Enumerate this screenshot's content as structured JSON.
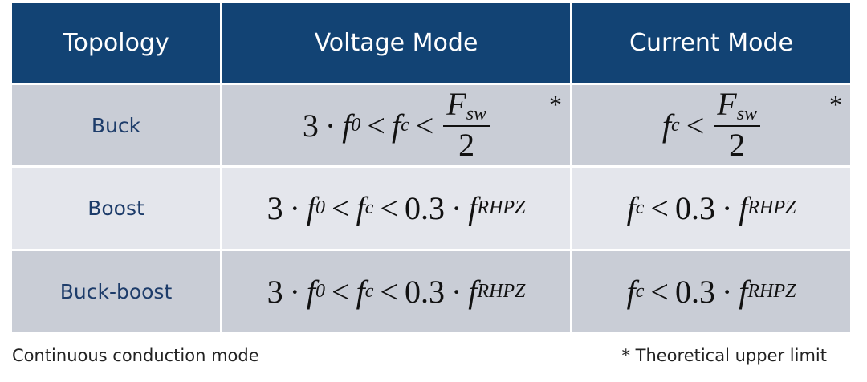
{
  "header": {
    "col1": "Topology",
    "col2": "Voltage Mode",
    "col3": "Current Mode"
  },
  "rows": [
    {
      "topology": "Buck",
      "voltage": {
        "coef": "3",
        "f0_sub": "0",
        "fc_sub": "c",
        "num": "F",
        "num_sub": "sw",
        "den": "2",
        "marker": "*"
      },
      "current": {
        "fc_sub": "c",
        "num": "F",
        "num_sub": "sw",
        "den": "2",
        "marker": "*"
      }
    },
    {
      "topology": "Boost",
      "voltage": {
        "coef": "3",
        "f0_sub": "0",
        "fc_sub": "c",
        "factor": "0.3",
        "rhpz_sub": "RHPZ"
      },
      "current": {
        "fc_sub": "c",
        "factor": "0.3",
        "rhpz_sub": "RHPZ"
      }
    },
    {
      "topology": "Buck-boost",
      "voltage": {
        "coef": "3",
        "f0_sub": "0",
        "fc_sub": "c",
        "factor": "0.3",
        "rhpz_sub": "RHPZ"
      },
      "current": {
        "fc_sub": "c",
        "factor": "0.3",
        "rhpz_sub": "RHPZ"
      }
    }
  ],
  "symbols": {
    "f": "f",
    "lt": "<",
    "dot": "·"
  },
  "footer": {
    "left": "Continuous conduction mode",
    "right": "* Theoretical upper limit"
  }
}
